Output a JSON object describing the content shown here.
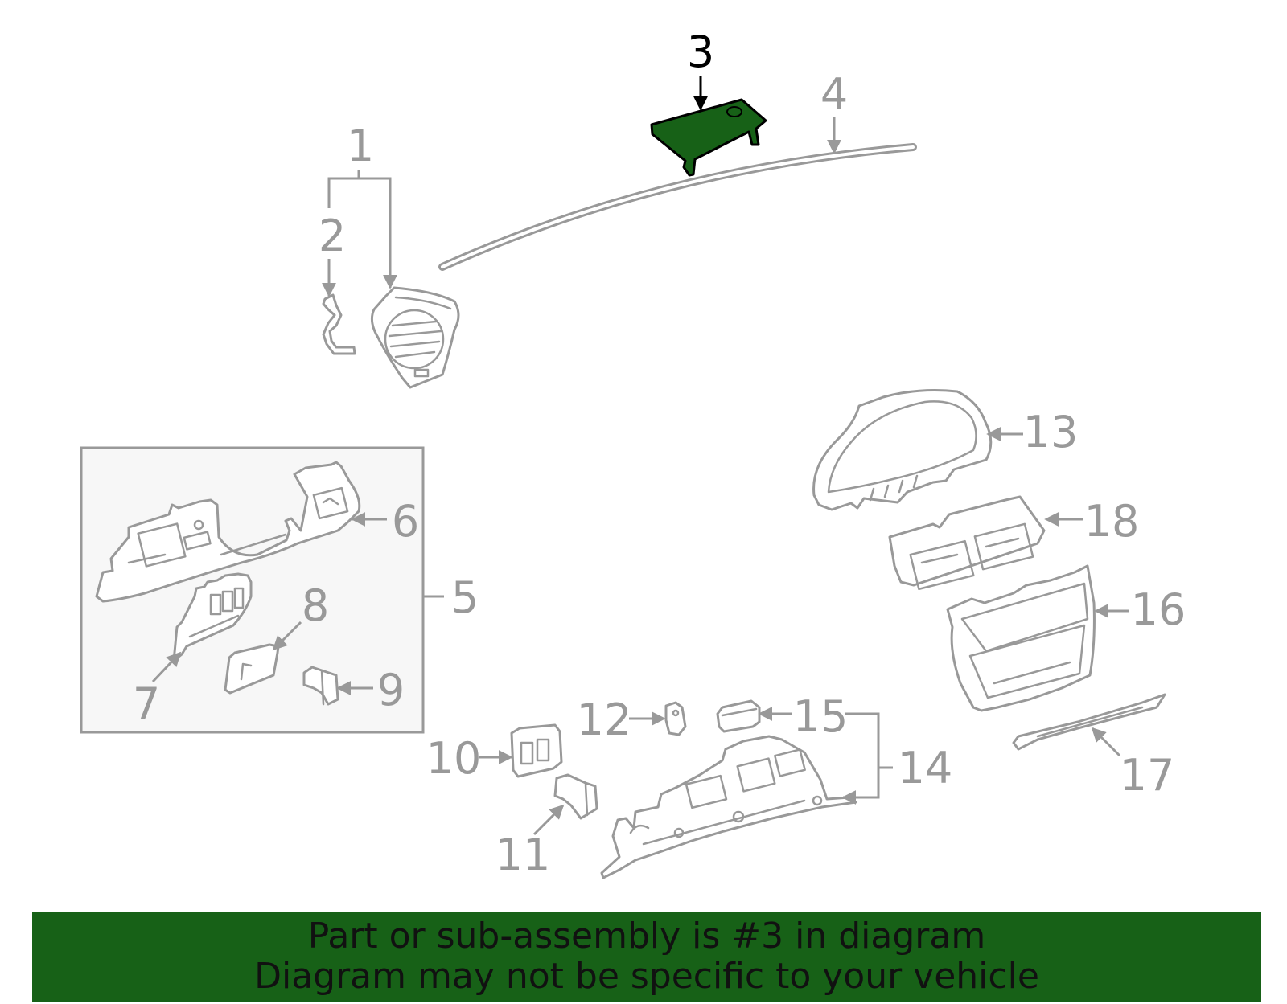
{
  "diagram": {
    "highlight_color": "#176117",
    "highlighted_part": "3",
    "callouts": [
      "1",
      "2",
      "3",
      "4",
      "5",
      "6",
      "7",
      "8",
      "9",
      "10",
      "11",
      "12",
      "13",
      "14",
      "15",
      "16",
      "17",
      "18"
    ]
  },
  "footer": {
    "background": "#176117",
    "line1": "Part or sub-assembly is #3 in diagram",
    "line2": "Diagram may not be specific to your vehicle"
  }
}
